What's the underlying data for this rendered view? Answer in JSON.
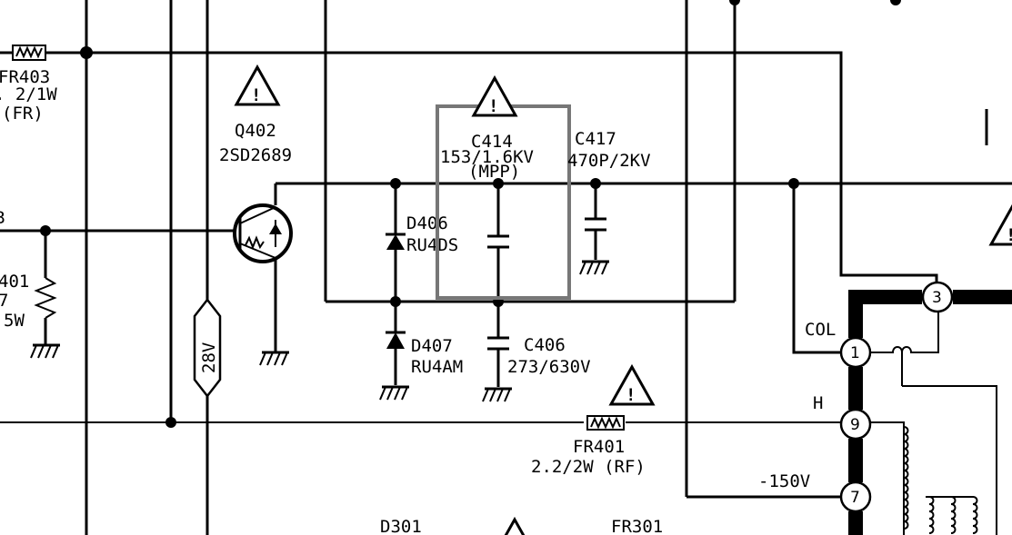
{
  "components": {
    "fr403": {
      "ref": "FR403",
      "value": ". 2/1W",
      "note": "(FR)"
    },
    "q402": {
      "ref": "Q402",
      "part": "2SD2689"
    },
    "r401": {
      "ref_partial": "401",
      "value_partial": "7",
      "power_partial": "5W"
    },
    "c414": {
      "ref": "C414",
      "value": "153/1.6KV",
      "note": "(MPP)"
    },
    "c417": {
      "ref": "C417",
      "value": "470P/2KV"
    },
    "d406": {
      "ref": "D406",
      "part": "RU4DS"
    },
    "d407": {
      "ref": "D407",
      "part": "RU4AM"
    },
    "c406": {
      "ref": "C406",
      "value": "273/630V"
    },
    "fr401": {
      "ref": "FR401",
      "value": "2.2/2W (RF)"
    },
    "d301": {
      "ref": "D301"
    },
    "fr301": {
      "ref": "FR301"
    }
  },
  "rail_28v": "28V",
  "left_edge_label": "B",
  "fbt": {
    "col_label": "COL",
    "h_label": "H",
    "voltage_label": "-150V",
    "pins": [
      "3",
      "1",
      "9",
      "7"
    ]
  },
  "safety_symbol": "!",
  "colors": {
    "line": "#000000",
    "highlight_box": "#777777",
    "background": "#ffffff"
  }
}
